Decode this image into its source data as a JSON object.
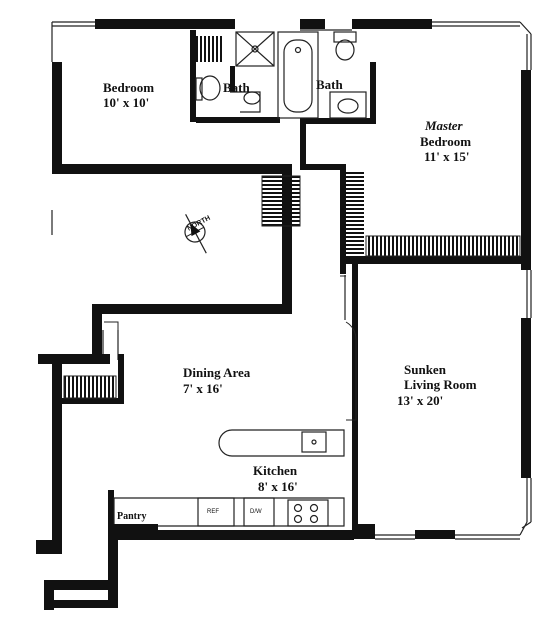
{
  "rooms": {
    "bedroom": {
      "name": "Bedroom",
      "size": "10' x 10'"
    },
    "bath1": {
      "name": "Bath"
    },
    "bath2": {
      "name": "Bath"
    },
    "master": {
      "name1": "Master",
      "name2": "Bedroom",
      "size": "11' x 15'"
    },
    "dining": {
      "name": "Dining Area",
      "size": "7' x 16'"
    },
    "living": {
      "name1": "Sunken",
      "name2": "Living Room",
      "size": "13' x 20'"
    },
    "kitchen": {
      "name": "Kitchen",
      "size": "8' x 16'"
    },
    "pantry": {
      "name": "Pantry"
    }
  },
  "appliances": {
    "ref": "REF",
    "dw": "D/W"
  },
  "compass": {
    "label": "NORTH"
  },
  "colors": {
    "wall": "#111111",
    "line": "#222222",
    "background": "#ffffff"
  }
}
